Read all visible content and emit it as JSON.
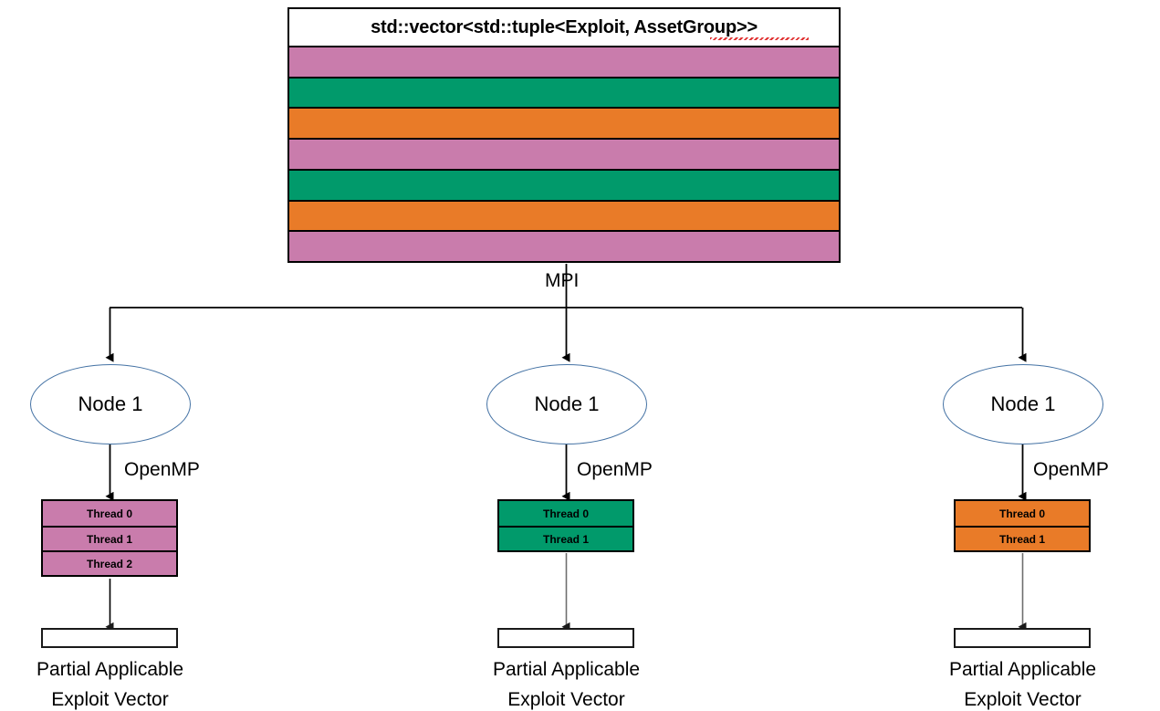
{
  "diagram": {
    "title": "MPI + OpenMP exploit vector distribution",
    "vector_block": {
      "header_label": "std::vector<std::tuple<Exploit, AssetGroup>>",
      "rows": [
        {
          "index": 0,
          "color": "#C97CAC",
          "group": "pink"
        },
        {
          "index": 1,
          "color": "#019A6B",
          "group": "green"
        },
        {
          "index": 2,
          "color": "#E97B28",
          "group": "orange"
        },
        {
          "index": 3,
          "color": "#C97CAC",
          "group": "pink"
        },
        {
          "index": 4,
          "color": "#019A6B",
          "group": "green"
        },
        {
          "index": 5,
          "color": "#E97B28",
          "group": "orange"
        },
        {
          "index": 6,
          "color": "#C97CAC",
          "group": "pink"
        }
      ]
    },
    "mpi_label": "MPI",
    "branches": [
      {
        "id": "branch-1",
        "node_label": "Node 1",
        "openmp_label": "OpenMP",
        "thread_color": "#C97CAC",
        "threads": [
          "Thread 0",
          "Thread 1",
          "Thread 2"
        ],
        "output_caption_line1": "Partial Applicable",
        "output_caption_line2": "Exploit Vector"
      },
      {
        "id": "branch-2",
        "node_label": "Node 1",
        "openmp_label": "OpenMP",
        "thread_color": "#019A6B",
        "threads": [
          "Thread 0",
          "Thread 1"
        ],
        "output_caption_line1": "Partial Applicable",
        "output_caption_line2": "Exploit Vector"
      },
      {
        "id": "branch-3",
        "node_label": "Node 1",
        "openmp_label": "OpenMP",
        "thread_color": "#E97B28",
        "threads": [
          "Thread 0",
          "Thread 1"
        ],
        "output_caption_line1": "Partial Applicable",
        "output_caption_line2": "Exploit Vector"
      }
    ],
    "colors": {
      "pink": "#C97CAC",
      "green": "#019A6B",
      "orange": "#E97B28",
      "ellipse_stroke": "#4472A4",
      "connector": "#000000",
      "connector_gray": "#7F7F7F",
      "spellcheck_underline": "#E03131"
    }
  }
}
